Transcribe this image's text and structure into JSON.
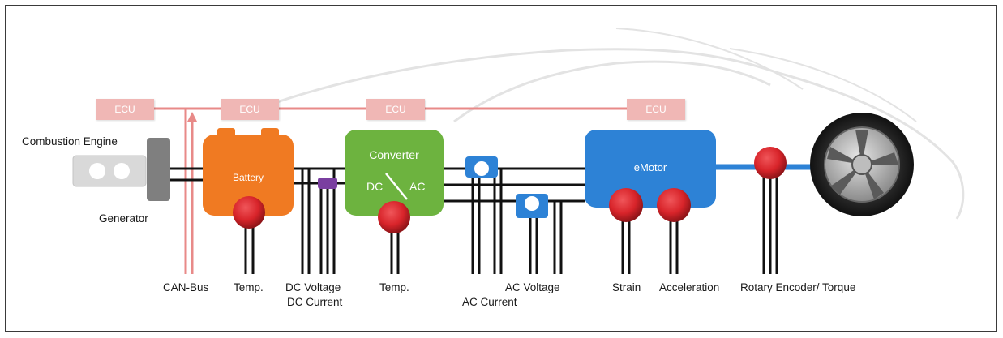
{
  "ecu_labels": [
    "ECU",
    "ECU",
    "ECU",
    "ECU"
  ],
  "components": {
    "engine": "Combustion Engine",
    "generator": "Generator",
    "battery": "Battery",
    "converter_title": "Converter",
    "converter_dc": "DC",
    "converter_ac": "AC",
    "emotor": "eMotor"
  },
  "sensor_labels": {
    "can_bus": "CAN-Bus",
    "temp_battery": "Temp.",
    "dc_voltage": "DC Voltage",
    "dc_current": "DC Current",
    "temp_converter": "Temp.",
    "ac_voltage": "AC Voltage",
    "ac_current": "AC Current",
    "strain": "Strain",
    "acceleration": "Acceleration",
    "rotary": "Rotary Encoder/ Torque"
  },
  "colors": {
    "can_bus": "#e88a88",
    "battery": "#f07a22",
    "converter": "#6db33f",
    "emotor": "#2d82d6",
    "sensor": "#d8242a",
    "ac_sensor": "#2d82d6",
    "dc_sensor": "#7a3fa0",
    "shaft": "#2d82d6"
  }
}
